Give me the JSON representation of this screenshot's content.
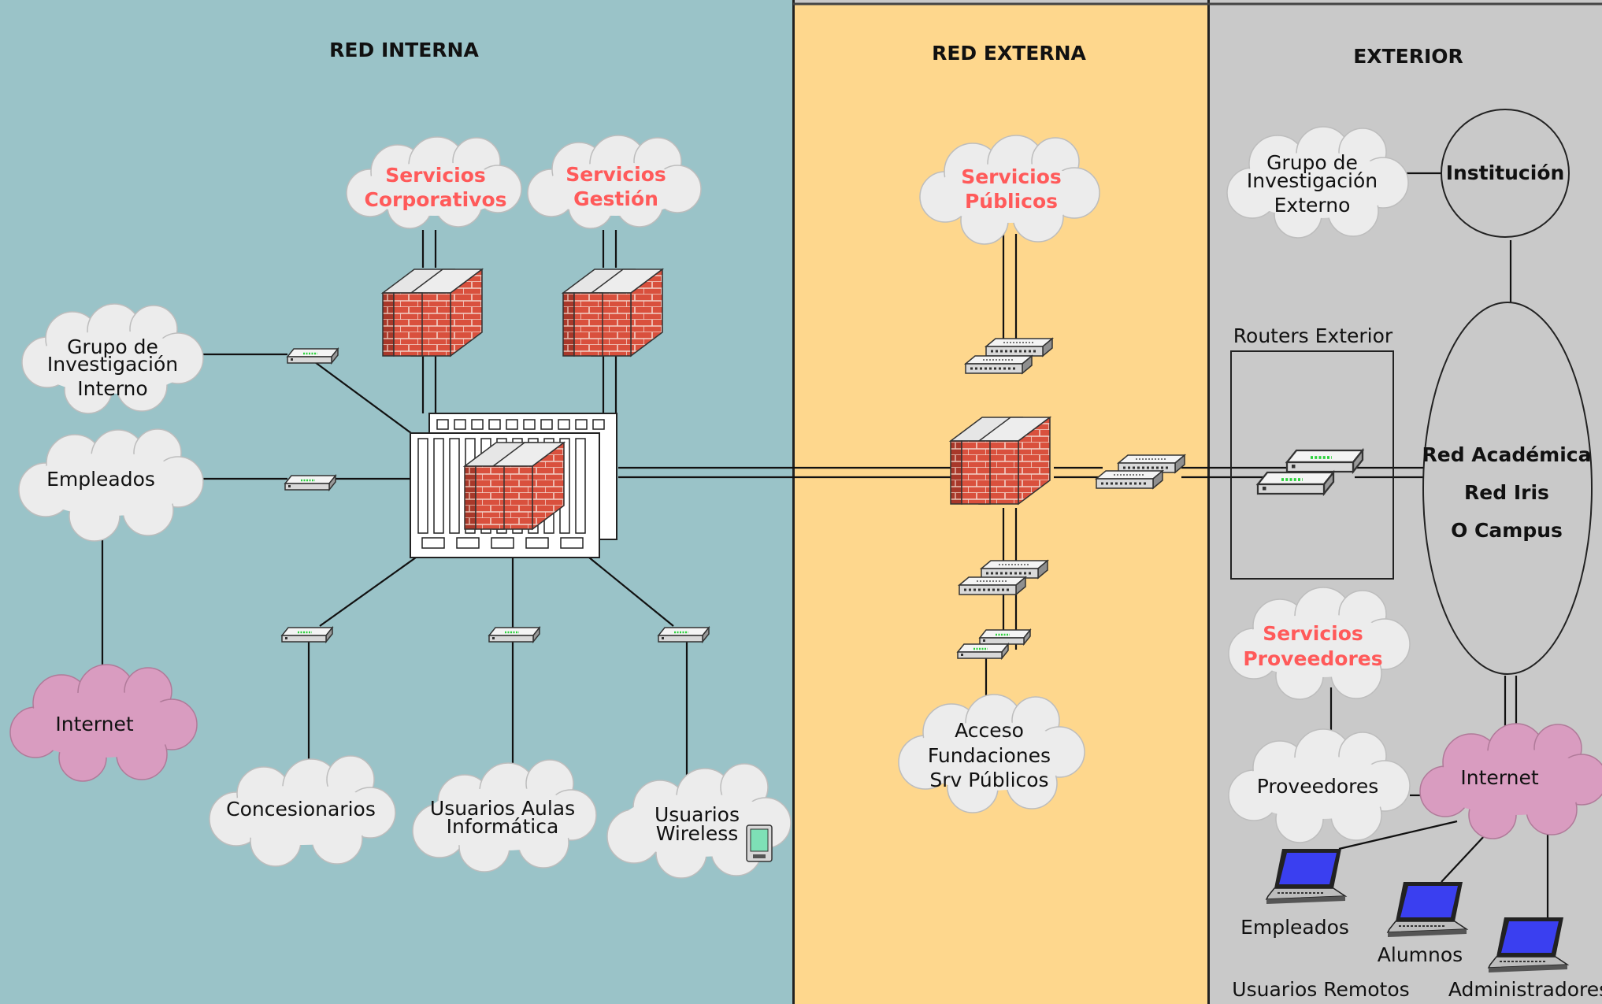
{
  "sections": {
    "internal": {
      "title": "RED INTERNA",
      "bg": "#9ac3c8"
    },
    "external": {
      "title": "RED EXTERNA",
      "bg": "#fed78d"
    },
    "exterior": {
      "title": "EXTERIOR",
      "bg": "#c9c9c9"
    }
  },
  "internal": {
    "servicios_corporativos": [
      "Servicios",
      "Corporativos"
    ],
    "servicios_gestion": [
      "Servicios",
      "Gestión"
    ],
    "grupo_interno": [
      "Grupo de",
      "Investigación",
      "Interno"
    ],
    "empleados": "Empleados",
    "internet": "Internet",
    "concesionarios": "Concesionarios",
    "usuarios_aulas": [
      "Usuarios Aulas",
      "Informática"
    ],
    "usuarios_wireless": [
      "Usuarios",
      "Wireless"
    ]
  },
  "external": {
    "servicios_publicos": [
      "Servicios",
      "Públicos"
    ],
    "acceso": [
      "Acceso",
      "Fundaciones",
      "Srv Públicos"
    ]
  },
  "exterior": {
    "grupo_externo": [
      "Grupo de",
      "Investigación",
      "Externo"
    ],
    "institucion": "Institución",
    "routers_label": "Routers Exterior",
    "red_academica": [
      "Red Académica",
      "Red Iris",
      "O Campus"
    ],
    "servicios_proveedores": [
      "Servicios",
      "Proveedores"
    ],
    "proveedores": "Proveedores",
    "internet": "Internet",
    "empleados": "Empleados",
    "alumnos": "Alumnos",
    "usuarios_remotos": "Usuarios Remotos",
    "administradores": "Administradores"
  },
  "colors": {
    "red_label": "#ff5a5a",
    "cloud_grey": "#ececec",
    "cloud_pink": "#d99cc0",
    "brick": "#d9503d",
    "laptop_screen": "#3a3ff0"
  }
}
